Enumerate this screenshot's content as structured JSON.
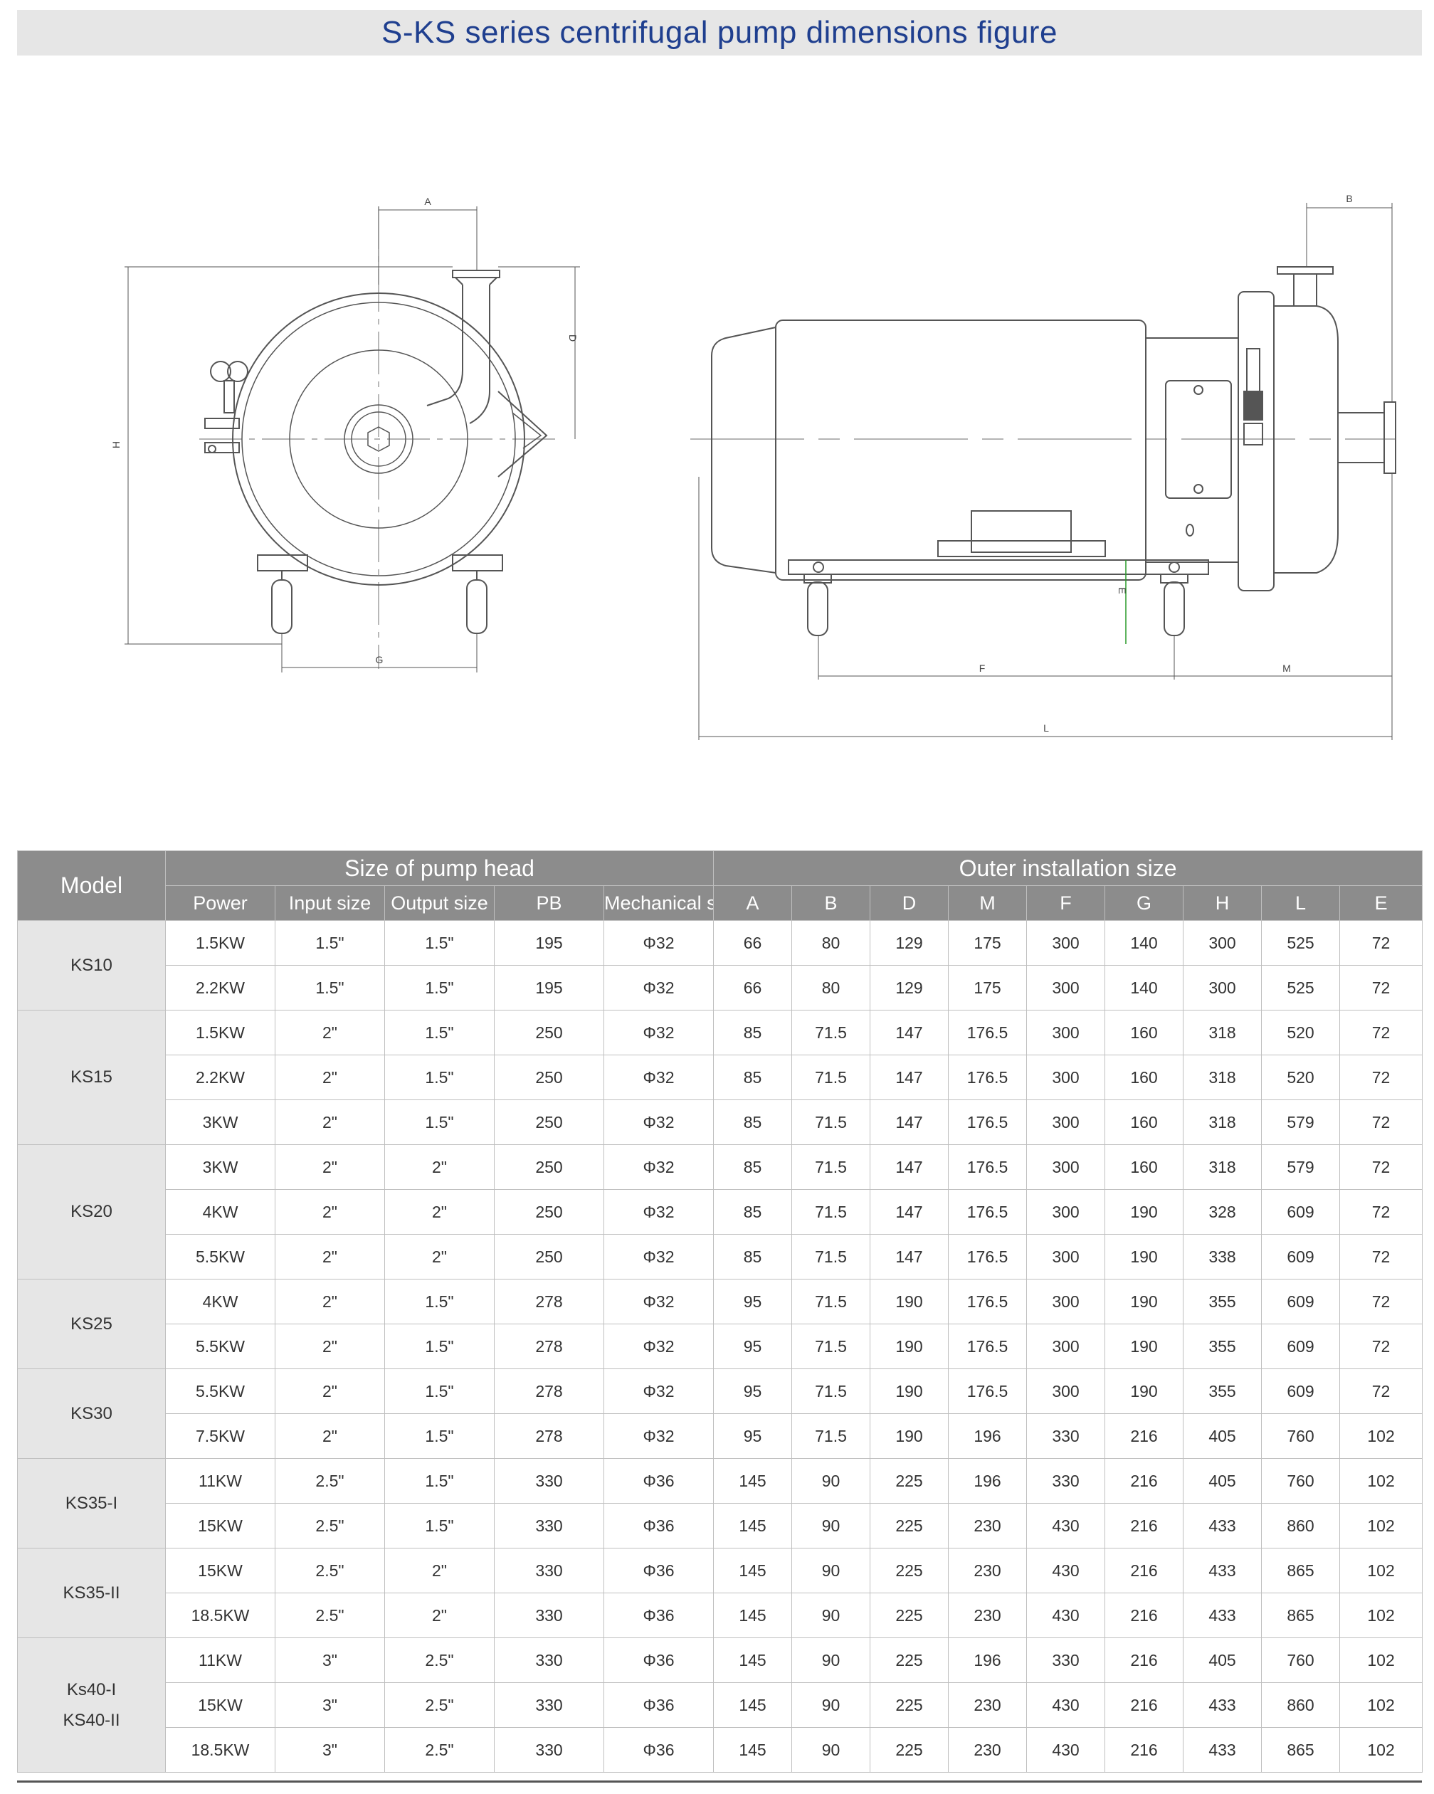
{
  "title": "S-KS series centrifugal pump dimensions figure",
  "dimension_labels": {
    "A": "A",
    "B": "B",
    "D": "D",
    "H": "H",
    "G": "G",
    "E": "E",
    "F": "F",
    "M": "M",
    "L": "L"
  },
  "table": {
    "model_header": "Model",
    "group_pump_head": "Size of pump head",
    "group_outer": "Outer installation size",
    "col_power": "Power",
    "col_input": "Input size",
    "col_output": "Output size",
    "col_pb": "PB",
    "col_seal": "Mechanical seal",
    "col_A": "A",
    "col_B": "B",
    "col_D": "D",
    "col_M": "M",
    "col_F": "F",
    "col_G": "G",
    "col_H": "H",
    "col_L": "L",
    "col_E": "E",
    "groups": [
      {
        "model": "KS10",
        "rows": [
          {
            "power": "1.5KW",
            "input": "1.5\"",
            "output": "1.5\"",
            "pb": "195",
            "seal": "Φ32",
            "A": "66",
            "B": "80",
            "D": "129",
            "M": "175",
            "F": "300",
            "G": "140",
            "H": "300",
            "L": "525",
            "E": "72"
          },
          {
            "power": "2.2KW",
            "input": "1.5\"",
            "output": "1.5\"",
            "pb": "195",
            "seal": "Φ32",
            "A": "66",
            "B": "80",
            "D": "129",
            "M": "175",
            "F": "300",
            "G": "140",
            "H": "300",
            "L": "525",
            "E": "72"
          }
        ]
      },
      {
        "model": "KS15",
        "rows": [
          {
            "power": "1.5KW",
            "input": "2\"",
            "output": "1.5\"",
            "pb": "250",
            "seal": "Φ32",
            "A": "85",
            "B": "71.5",
            "D": "147",
            "M": "176.5",
            "F": "300",
            "G": "160",
            "H": "318",
            "L": "520",
            "E": "72"
          },
          {
            "power": "2.2KW",
            "input": "2\"",
            "output": "1.5\"",
            "pb": "250",
            "seal": "Φ32",
            "A": "85",
            "B": "71.5",
            "D": "147",
            "M": "176.5",
            "F": "300",
            "G": "160",
            "H": "318",
            "L": "520",
            "E": "72"
          },
          {
            "power": "3KW",
            "input": "2\"",
            "output": "1.5\"",
            "pb": "250",
            "seal": "Φ32",
            "A": "85",
            "B": "71.5",
            "D": "147",
            "M": "176.5",
            "F": "300",
            "G": "160",
            "H": "318",
            "L": "579",
            "E": "72"
          }
        ]
      },
      {
        "model": "KS20",
        "rows": [
          {
            "power": "3KW",
            "input": "2\"",
            "output": "2\"",
            "pb": "250",
            "seal": "Φ32",
            "A": "85",
            "B": "71.5",
            "D": "147",
            "M": "176.5",
            "F": "300",
            "G": "160",
            "H": "318",
            "L": "579",
            "E": "72"
          },
          {
            "power": "4KW",
            "input": "2\"",
            "output": "2\"",
            "pb": "250",
            "seal": "Φ32",
            "A": "85",
            "B": "71.5",
            "D": "147",
            "M": "176.5",
            "F": "300",
            "G": "190",
            "H": "328",
            "L": "609",
            "E": "72"
          },
          {
            "power": "5.5KW",
            "input": "2\"",
            "output": "2\"",
            "pb": "250",
            "seal": "Φ32",
            "A": "85",
            "B": "71.5",
            "D": "147",
            "M": "176.5",
            "F": "300",
            "G": "190",
            "H": "338",
            "L": "609",
            "E": "72"
          }
        ]
      },
      {
        "model": "KS25",
        "rows": [
          {
            "power": "4KW",
            "input": "2\"",
            "output": "1.5\"",
            "pb": "278",
            "seal": "Φ32",
            "A": "95",
            "B": "71.5",
            "D": "190",
            "M": "176.5",
            "F": "300",
            "G": "190",
            "H": "355",
            "L": "609",
            "E": "72"
          },
          {
            "power": "5.5KW",
            "input": "2\"",
            "output": "1.5\"",
            "pb": "278",
            "seal": "Φ32",
            "A": "95",
            "B": "71.5",
            "D": "190",
            "M": "176.5",
            "F": "300",
            "G": "190",
            "H": "355",
            "L": "609",
            "E": "72"
          }
        ]
      },
      {
        "model": "KS30",
        "rows": [
          {
            "power": "5.5KW",
            "input": "2\"",
            "output": "1.5\"",
            "pb": "278",
            "seal": "Φ32",
            "A": "95",
            "B": "71.5",
            "D": "190",
            "M": "176.5",
            "F": "300",
            "G": "190",
            "H": "355",
            "L": "609",
            "E": "72"
          },
          {
            "power": "7.5KW",
            "input": "2\"",
            "output": "1.5\"",
            "pb": "278",
            "seal": "Φ32",
            "A": "95",
            "B": "71.5",
            "D": "190",
            "M": "196",
            "F": "330",
            "G": "216",
            "H": "405",
            "L": "760",
            "E": "102"
          }
        ]
      },
      {
        "model": "KS35-I",
        "rows": [
          {
            "power": "11KW",
            "input": "2.5\"",
            "output": "1.5\"",
            "pb": "330",
            "seal": "Φ36",
            "A": "145",
            "B": "90",
            "D": "225",
            "M": "196",
            "F": "330",
            "G": "216",
            "H": "405",
            "L": "760",
            "E": "102"
          },
          {
            "power": "15KW",
            "input": "2.5\"",
            "output": "1.5\"",
            "pb": "330",
            "seal": "Φ36",
            "A": "145",
            "B": "90",
            "D": "225",
            "M": "230",
            "F": "430",
            "G": "216",
            "H": "433",
            "L": "860",
            "E": "102"
          }
        ]
      },
      {
        "model": "KS35-II",
        "rows": [
          {
            "power": "15KW",
            "input": "2.5\"",
            "output": "2\"",
            "pb": "330",
            "seal": "Φ36",
            "A": "145",
            "B": "90",
            "D": "225",
            "M": "230",
            "F": "430",
            "G": "216",
            "H": "433",
            "L": "865",
            "E": "102"
          },
          {
            "power": "18.5KW",
            "input": "2.5\"",
            "output": "2\"",
            "pb": "330",
            "seal": "Φ36",
            "A": "145",
            "B": "90",
            "D": "225",
            "M": "230",
            "F": "430",
            "G": "216",
            "H": "433",
            "L": "865",
            "E": "102"
          }
        ]
      },
      {
        "model": "Ks40-I\nKS40-II",
        "rows": [
          {
            "power": "11KW",
            "input": "3\"",
            "output": "2.5\"",
            "pb": "330",
            "seal": "Φ36",
            "A": "145",
            "B": "90",
            "D": "225",
            "M": "196",
            "F": "330",
            "G": "216",
            "H": "405",
            "L": "760",
            "E": "102"
          },
          {
            "power": "15KW",
            "input": "3\"",
            "output": "2.5\"",
            "pb": "330",
            "seal": "Φ36",
            "A": "145",
            "B": "90",
            "D": "225",
            "M": "230",
            "F": "430",
            "G": "216",
            "H": "433",
            "L": "860",
            "E": "102"
          },
          {
            "power": "18.5KW",
            "input": "3\"",
            "output": "2.5\"",
            "pb": "330",
            "seal": "Φ36",
            "A": "145",
            "B": "90",
            "D": "225",
            "M": "230",
            "F": "430",
            "G": "216",
            "H": "433",
            "L": "865",
            "E": "102"
          }
        ]
      }
    ]
  }
}
